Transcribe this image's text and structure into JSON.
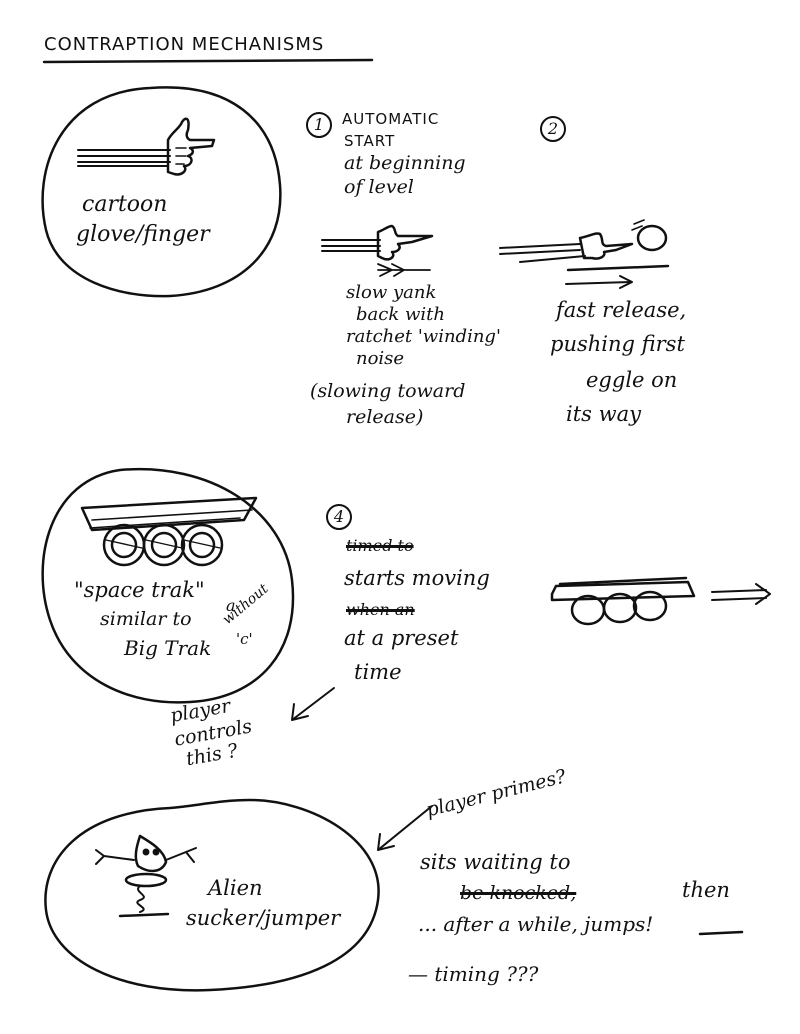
{
  "title": "CONTRAPTION MECHANISMS",
  "glove": {
    "label_line1": "cartoon",
    "label_line2": "glove/finger",
    "step1": {
      "number": "1",
      "line1": "AUTOMATIC",
      "line2": "START",
      "line3": "at beginning",
      "line4": "of level",
      "yank1": "slow yank",
      "yank2": "back with",
      "yank3": "ratchet 'winding'",
      "yank4": "noise",
      "slow1": "(slowing toward",
      "slow2": "release)"
    },
    "step2": {
      "number": "2",
      "line1": "fast release,",
      "line2": "pushing first",
      "line3": "eggle on",
      "line4": "its way"
    }
  },
  "truck": {
    "name": "\"space trak\"",
    "similar": "similar to",
    "bigtrak": "Big Trak",
    "without_a": "a",
    "without": "without",
    "without_c": "'c'",
    "step": {
      "number": "4",
      "struck1": "timed to",
      "line1": "starts moving",
      "struck2": "when an",
      "line2": "at a preset",
      "line3": "time"
    },
    "player1": "player",
    "player2": "controls",
    "player3": "this ?"
  },
  "alien": {
    "label1": "Alien",
    "label2": "sucker/jumper",
    "primes": "player primes?",
    "sits": "sits waiting to",
    "struck": "be knocked,",
    "then": "then",
    "after": "... after a while, jumps!",
    "timing": "— timing ???"
  }
}
